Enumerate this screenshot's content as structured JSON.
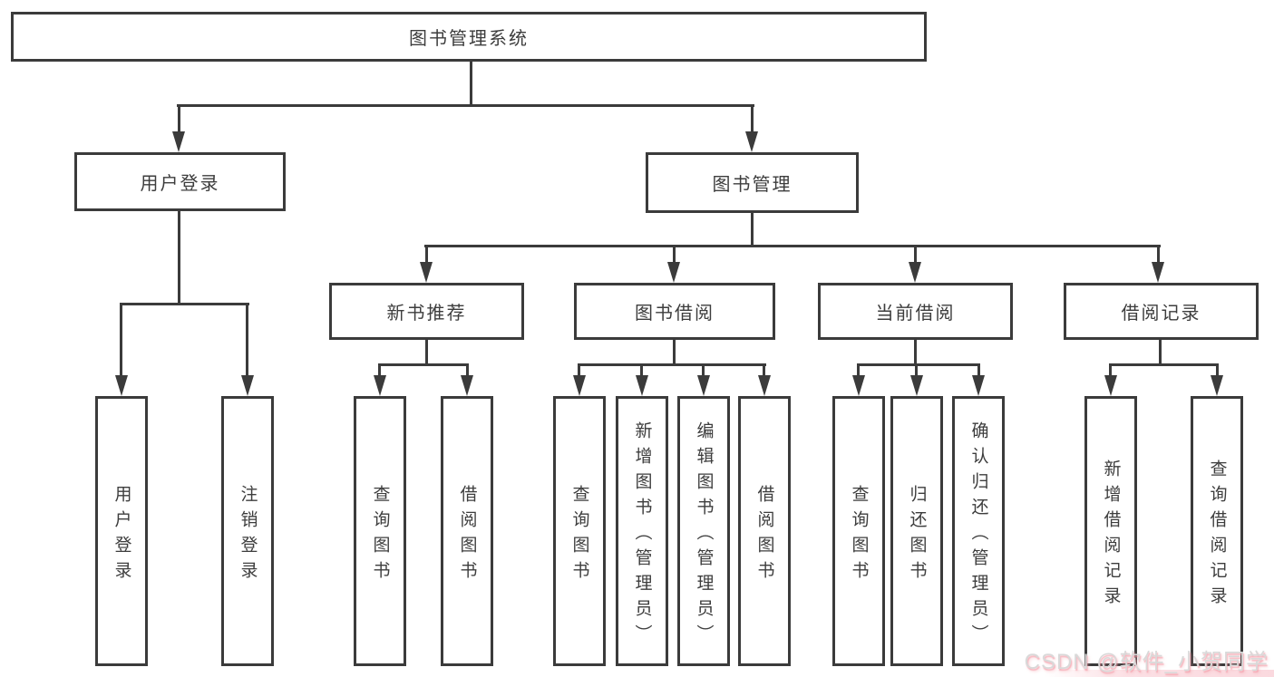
{
  "tree": {
    "root": {
      "label": "图书管理系统"
    },
    "branches": [
      {
        "label": "用户登录",
        "children": [
          {
            "label": "用户登录"
          },
          {
            "label": "注销登录"
          }
        ]
      },
      {
        "label": "图书管理",
        "children": [
          {
            "label": "新书推荐",
            "children": [
              {
                "label": "查询图书"
              },
              {
                "label": "借阅图书"
              }
            ]
          },
          {
            "label": "图书借阅",
            "children": [
              {
                "label": "查询图书"
              },
              {
                "label": "新增图书（管理员）"
              },
              {
                "label": "编辑图书（管理员）"
              },
              {
                "label": "借阅图书"
              }
            ]
          },
          {
            "label": "当前借阅",
            "children": [
              {
                "label": "查询图书"
              },
              {
                "label": "归还图书"
              },
              {
                "label": "确认归还（管理员）"
              }
            ]
          },
          {
            "label": "借阅记录",
            "children": [
              {
                "label": "新增借阅记录"
              },
              {
                "label": "查询借阅记录"
              }
            ]
          }
        ]
      }
    ]
  },
  "watermark": {
    "text": "CSDN @软件_小贺同学"
  },
  "colors": {
    "background": "#ffffff",
    "line": "#3b3b3b",
    "text": "#3d3d3d",
    "watermark_text": "#d9d9d9",
    "watermark_shadow": "#f49aa6"
  }
}
